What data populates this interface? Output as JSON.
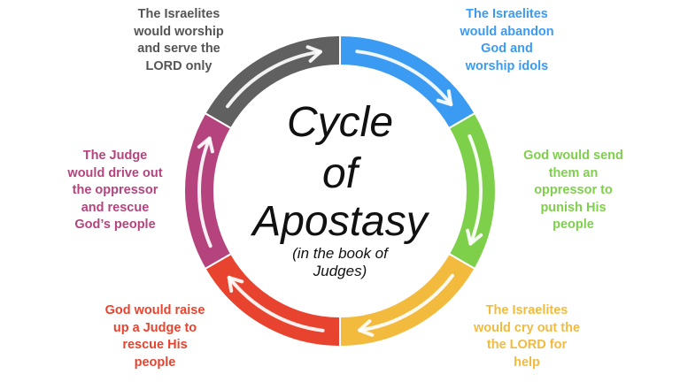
{
  "title": {
    "line1": "Cycle",
    "line2": "of",
    "line3": "Apostasy",
    "subtitle_line1": "(in the book of",
    "subtitle_line2": "Judges)"
  },
  "stages": [
    {
      "id": "abandon",
      "lines": [
        "The Israelites",
        "would abandon",
        "God and",
        "worship idols"
      ],
      "color": "#3B9BF2"
    },
    {
      "id": "oppressor",
      "lines": [
        "God would send",
        "them an",
        "oppressor to",
        "punish His",
        "people"
      ],
      "color": "#7ED04B"
    },
    {
      "id": "cry",
      "lines": [
        "The Israelites",
        "would cry out the",
        "the LORD for",
        "help"
      ],
      "color": "#F2BB3E"
    },
    {
      "id": "raise",
      "lines": [
        "God would raise",
        "up a Judge to",
        "rescue His",
        "people"
      ],
      "color": "#E8432E"
    },
    {
      "id": "judge",
      "lines": [
        "The Judge",
        "would drive out",
        "the oppressor",
        "and rescue",
        "God’s people"
      ],
      "color": "#B5447E"
    },
    {
      "id": "worship",
      "lines": [
        "The Israelites",
        "would worship",
        "and serve the",
        "LORD only"
      ],
      "color": "#606060"
    }
  ]
}
